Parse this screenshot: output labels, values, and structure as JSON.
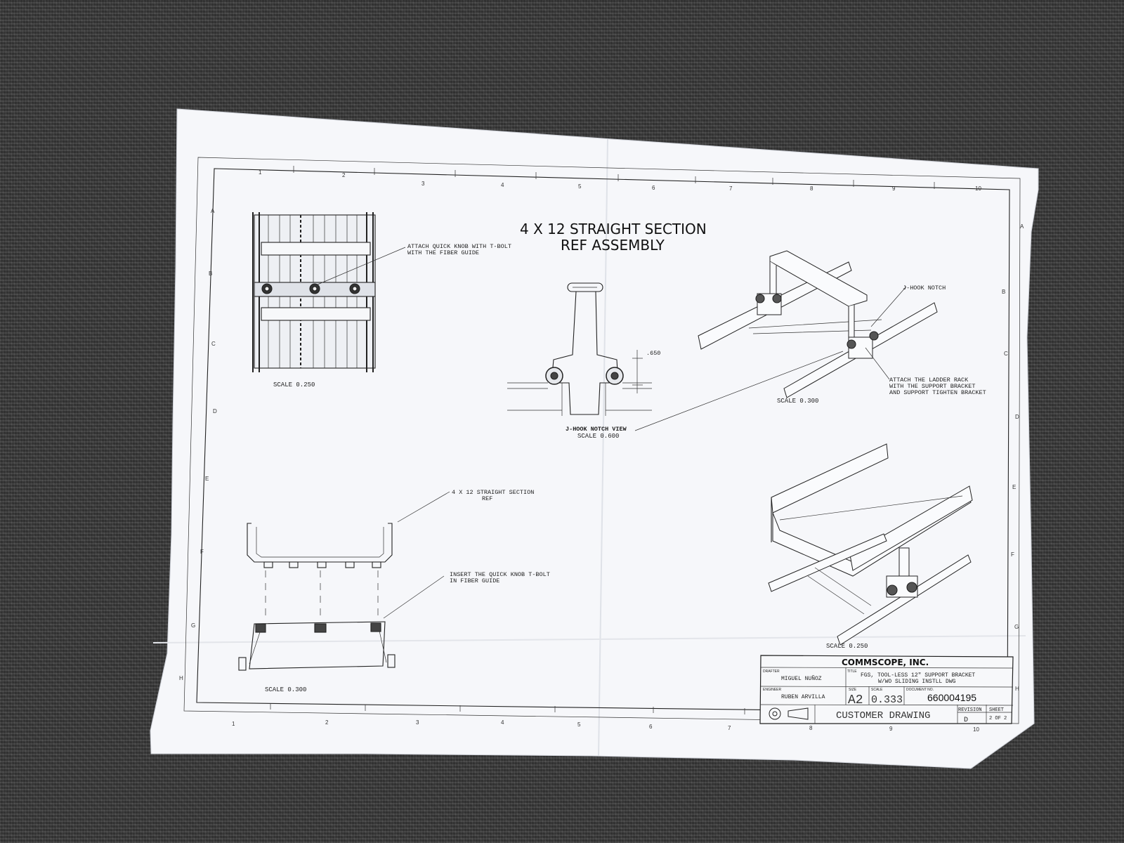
{
  "drawing": {
    "title_line1": "4 X 12 STRAIGHT SECTION",
    "title_line2": "REF ASSEMBLY",
    "callouts": {
      "knob_line1": "ATTACH QUICK KNOB WITH T-BOLT",
      "knob_line2": "WITH THE FIBER GUIDE",
      "jhook_notch": "J-HOOK NOTCH",
      "ladder_line1": "ATTACH THE LADDER RACK",
      "ladder_line2": "WITH THE SUPPORT BRACKET",
      "ladder_line3": "AND SUPPORT TIGHTEN BRACKET",
      "section_line1": "4 X 12 STRAIGHT SECTION",
      "section_line2": "REF",
      "insert_line1": "INSERT THE QUICK KNOB T-BOLT",
      "insert_line2": "IN FIBER GUIDE",
      "dim_650": ".650",
      "notch_view": "J-HOOK NOTCH VIEW"
    },
    "scales": {
      "top_left": "SCALE  0.250",
      "notch": "SCALE  0.600",
      "iso_top": "SCALE  0.300",
      "bottom_left": "SCALE  0.300",
      "iso_bottom": "SCALE  0.250"
    },
    "grid": {
      "columns": [
        "1",
        "2",
        "3",
        "4",
        "5",
        "6",
        "7",
        "8",
        "9",
        "10"
      ],
      "rows": [
        "A",
        "B",
        "C",
        "D",
        "E",
        "F",
        "G",
        "H"
      ]
    }
  },
  "title_block": {
    "company": "COMMSCOPE, INC.",
    "drafter_label": "DRAFTER",
    "drafter": "MIGUEL NUÑOZ",
    "engineer_label": "ENGINEER",
    "engineer": "RUBEN ARVILLA",
    "title_label": "TITLE",
    "title_line1": "FGS, TOOL-LESS 12\" SUPPORT BRACKET",
    "title_line2": "W/WO SLIDING INSTLL DWG",
    "size_label": "SIZE",
    "size": "A2",
    "scale_label": "SCALE",
    "scale": "0.333",
    "doc_label": "DOCUMENT NO.",
    "doc_no": "660004195",
    "drawing_type": "CUSTOMER DRAWING",
    "revision_label": "REVISION",
    "revision": "D",
    "sheet_label": "SHEET",
    "sheet": "2 OF 2"
  }
}
